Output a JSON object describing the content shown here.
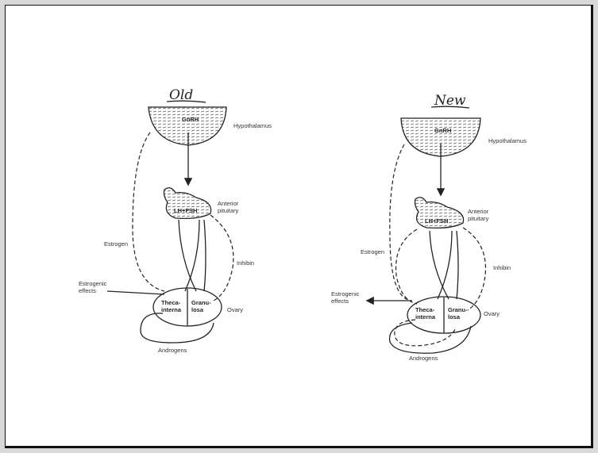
{
  "panels": [
    {
      "heading": "Old",
      "labels": {
        "gnrh": "GnRH",
        "hypothalamus": "Hypothalamus",
        "lh_fsh": "LH+FSH",
        "anterior": "Anterior",
        "pituitary": "pituitary",
        "estrogen": "Estrogen",
        "inhibin": "Inhibin",
        "estrogenic": "Estrogenic",
        "effects": "effects",
        "theca1": "Theca-",
        "theca2": "interna",
        "granu1": "Granu-",
        "granu2": "losa",
        "ovary": "Ovary",
        "androgens": "Androgens"
      }
    },
    {
      "heading": "New",
      "labels": {
        "gnrh": "GnRH",
        "hypothalamus": "Hypothalamus",
        "lh_fsh": "LH+FSH",
        "anterior": "Anterior",
        "pituitary": "pituitary",
        "estrogen": "Estrogen",
        "inhibin": "Inhibin",
        "estrogenic": "Estrogenic",
        "effects": "effects",
        "theca1": "Theca-",
        "theca2": "interna",
        "granu1": "Granu-",
        "granu2": "losa",
        "ovary": "Ovary",
        "androgens": "Androgens"
      }
    }
  ]
}
